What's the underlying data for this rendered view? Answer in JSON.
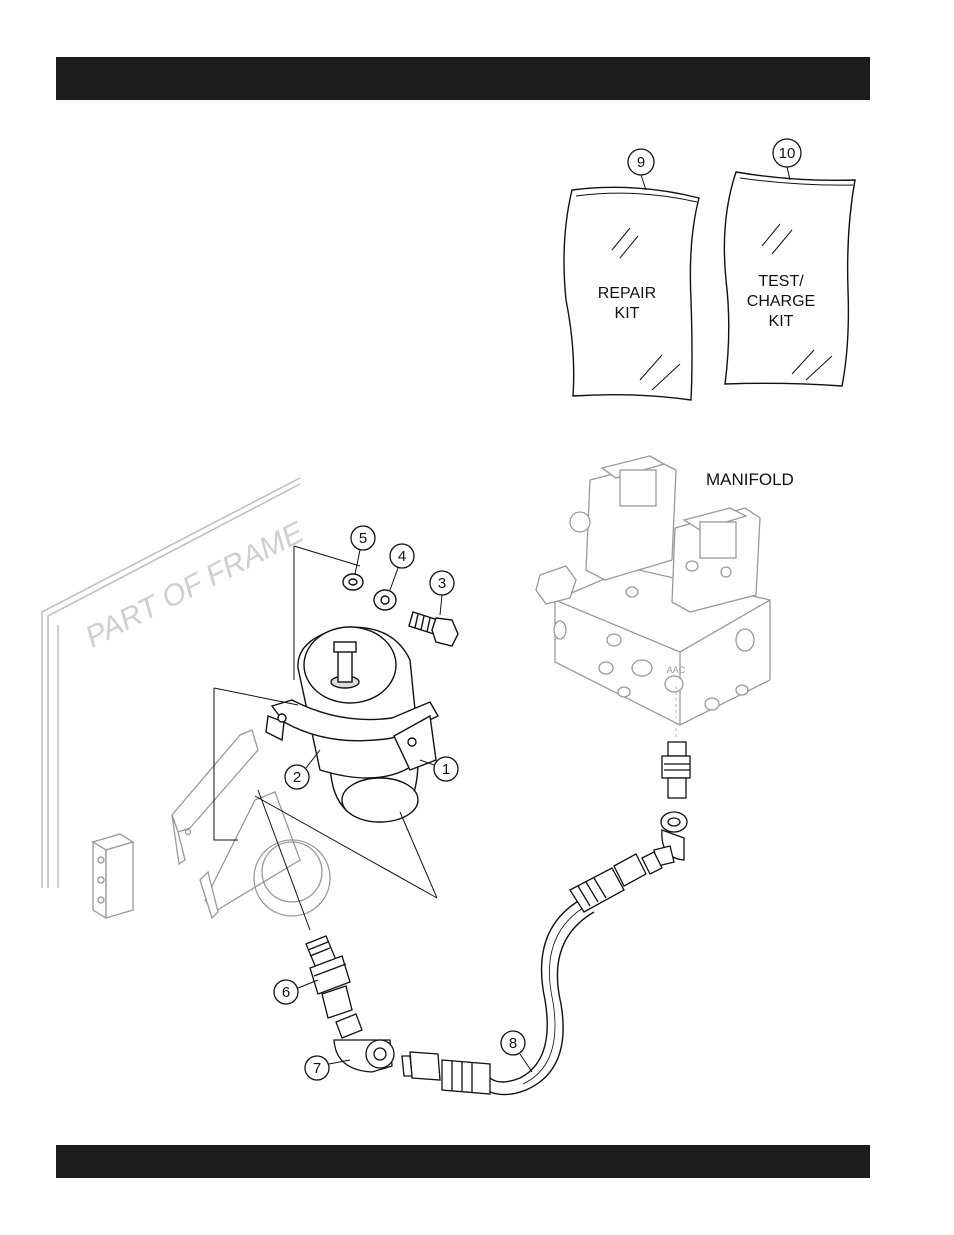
{
  "header_bar": {
    "text": ""
  },
  "footer_bar": {
    "text": ""
  },
  "labels": {
    "part_of_frame": "PART OF FRAME",
    "manifold": "MANIFOLD",
    "aac": "AAC",
    "repair_kit_line1": "REPAIR",
    "repair_kit_line2": "KIT",
    "test_kit_line1": "TEST/",
    "test_kit_line2": "CHARGE",
    "test_kit_line3": "KIT"
  },
  "callouts": [
    "1",
    "2",
    "3",
    "4",
    "5",
    "6",
    "7",
    "8",
    "9",
    "10"
  ]
}
